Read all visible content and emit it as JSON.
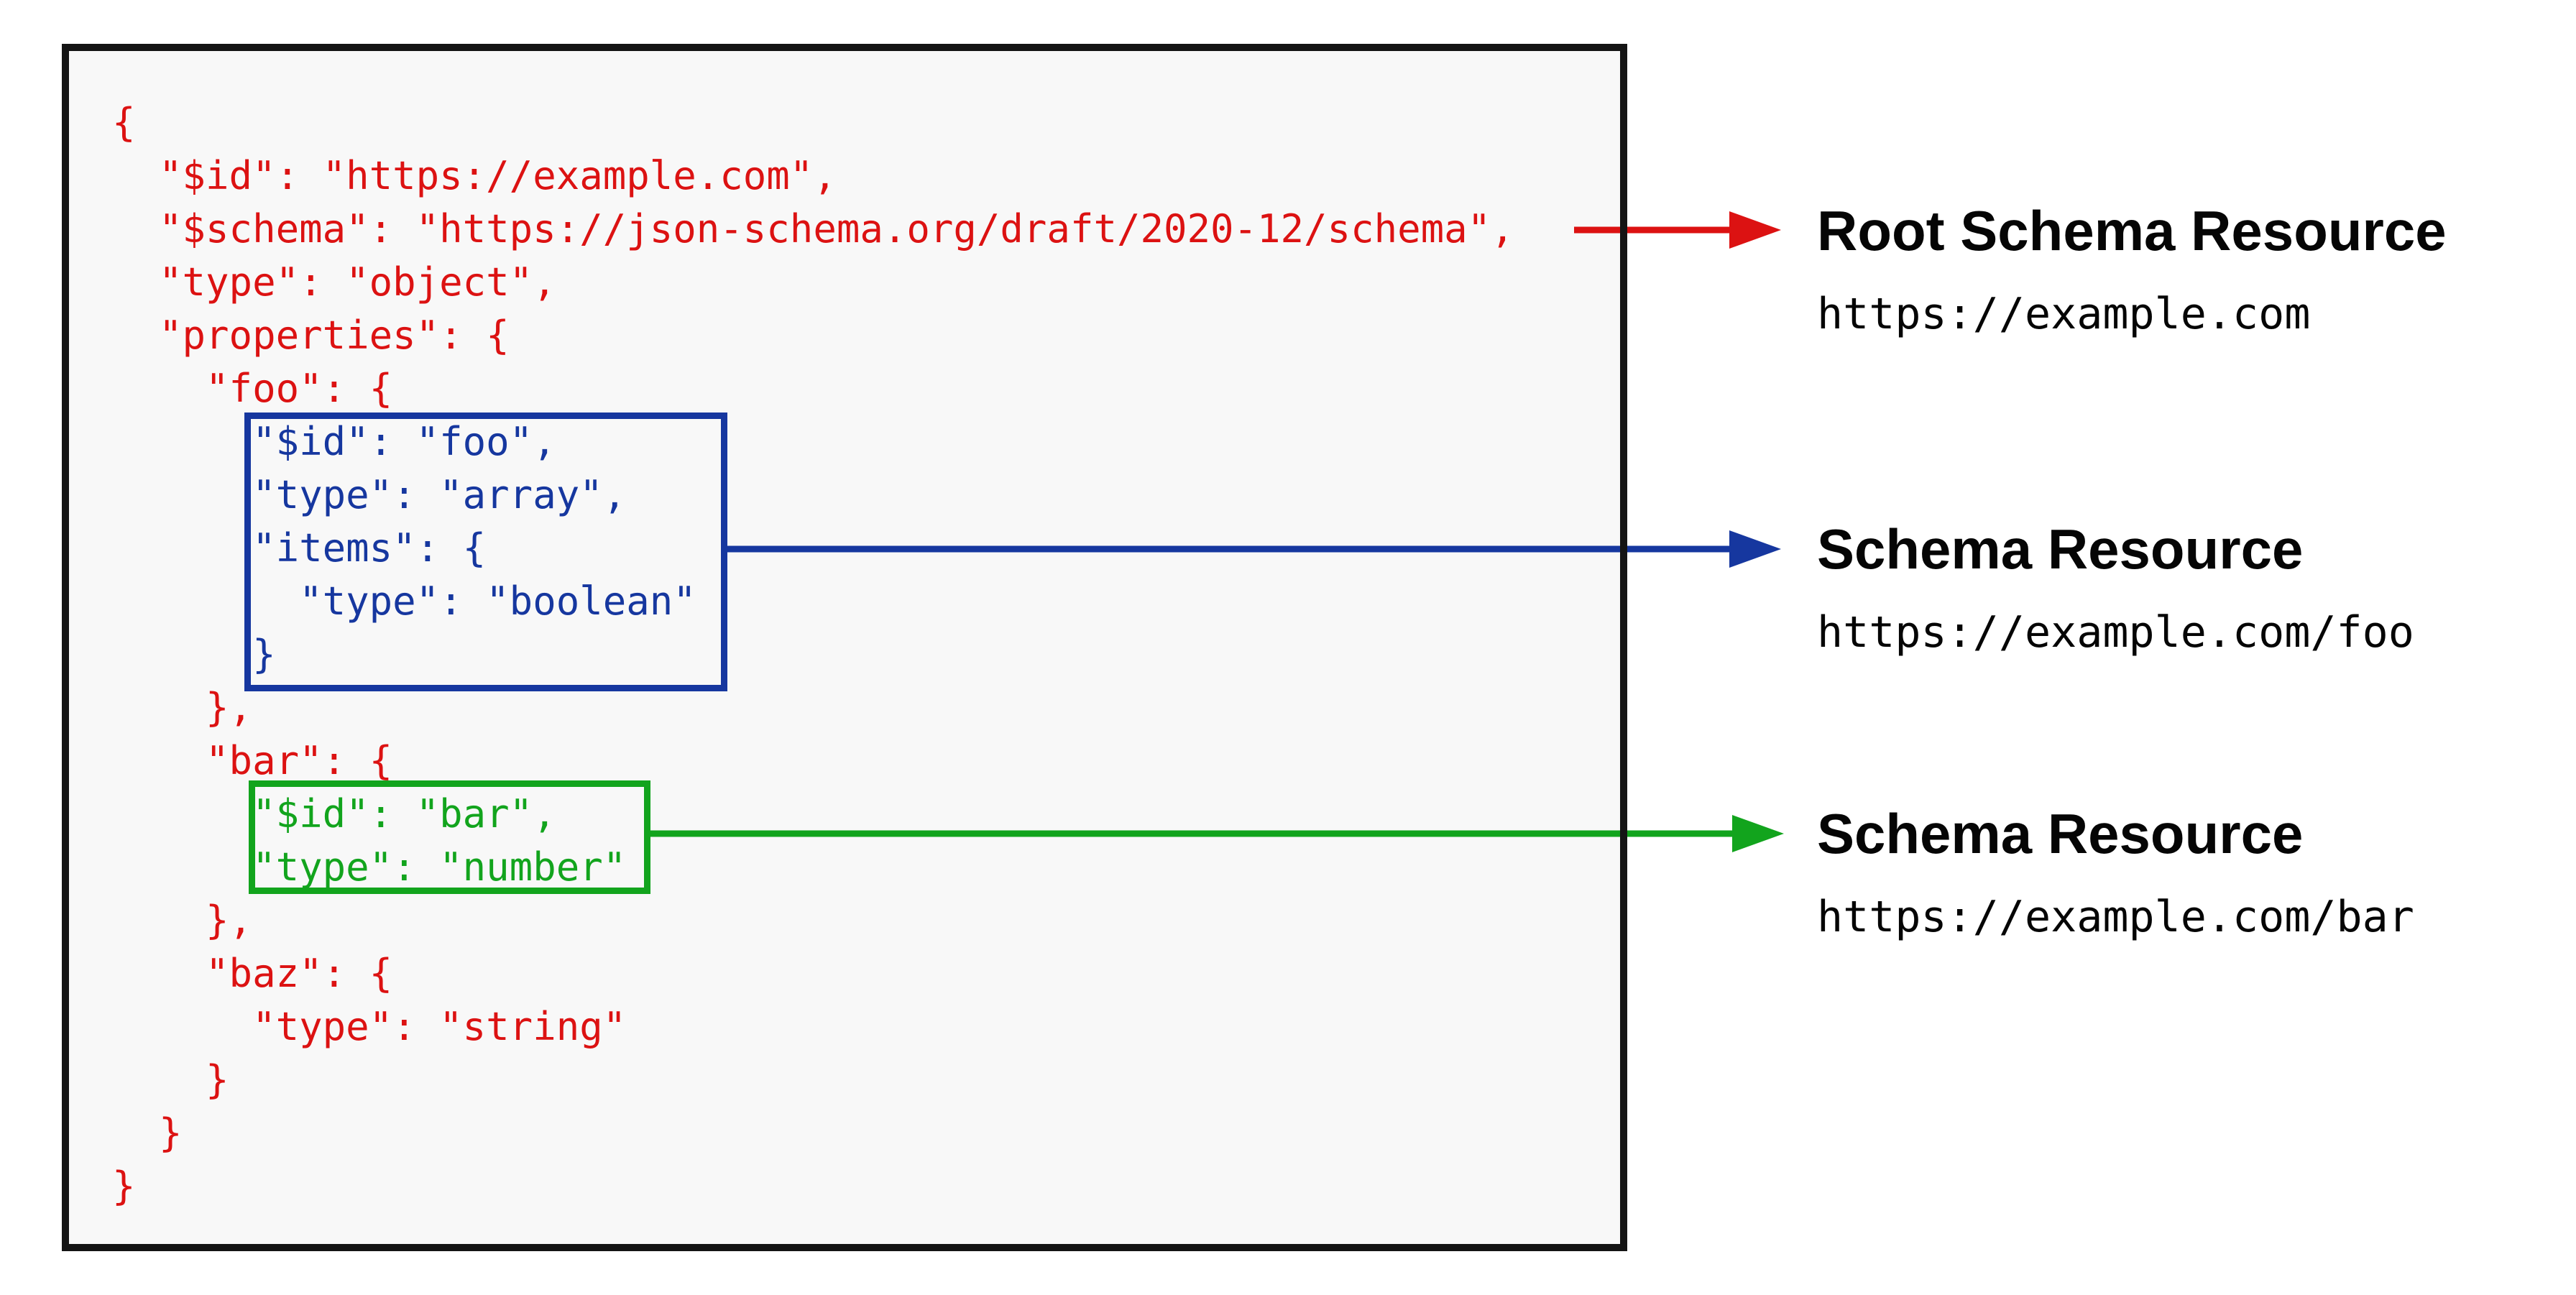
{
  "code": {
    "lines": [
      {
        "text": "{",
        "color": "red"
      },
      {
        "text": "  \"$id\": \"https://example.com\",",
        "color": "red"
      },
      {
        "text": "  \"$schema\": \"https://json-schema.org/draft/2020-12/schema\",",
        "color": "red"
      },
      {
        "text": "  \"type\": \"object\",",
        "color": "red"
      },
      {
        "text": "  \"properties\": {",
        "color": "red"
      },
      {
        "text": "    \"foo\": {",
        "color": "red"
      },
      {
        "text": "      \"$id\": \"foo\",",
        "color": "blue"
      },
      {
        "text": "      \"type\": \"array\",",
        "color": "blue"
      },
      {
        "text": "      \"items\": {",
        "color": "blue"
      },
      {
        "text": "        \"type\": \"boolean\"",
        "color": "blue"
      },
      {
        "text": "      }",
        "color": "blue"
      },
      {
        "text": "    },",
        "color": "red"
      },
      {
        "text": "    \"bar\": {",
        "color": "red"
      },
      {
        "text": "      \"$id\": \"bar\",",
        "color": "green"
      },
      {
        "text": "      \"type\": \"number\"",
        "color": "green"
      },
      {
        "text": "    },",
        "color": "red"
      },
      {
        "text": "    \"baz\": {",
        "color": "red"
      },
      {
        "text": "      \"type\": \"string\"",
        "color": "red"
      },
      {
        "text": "    }",
        "color": "red"
      },
      {
        "text": "  }",
        "color": "red"
      },
      {
        "text": "}",
        "color": "red"
      }
    ]
  },
  "annotations": [
    {
      "title": "Root Schema Resource",
      "url": "https://example.com"
    },
    {
      "title": "Schema Resource",
      "url": "https://example.com/foo"
    },
    {
      "title": "Schema Resource",
      "url": "https://example.com/bar"
    }
  ],
  "colors": {
    "red": "#dc1212",
    "blue": "#16379f",
    "green": "#12a41d",
    "border": "#141414",
    "panel_bg": "#f8f8f8",
    "label_text": "#050505"
  }
}
